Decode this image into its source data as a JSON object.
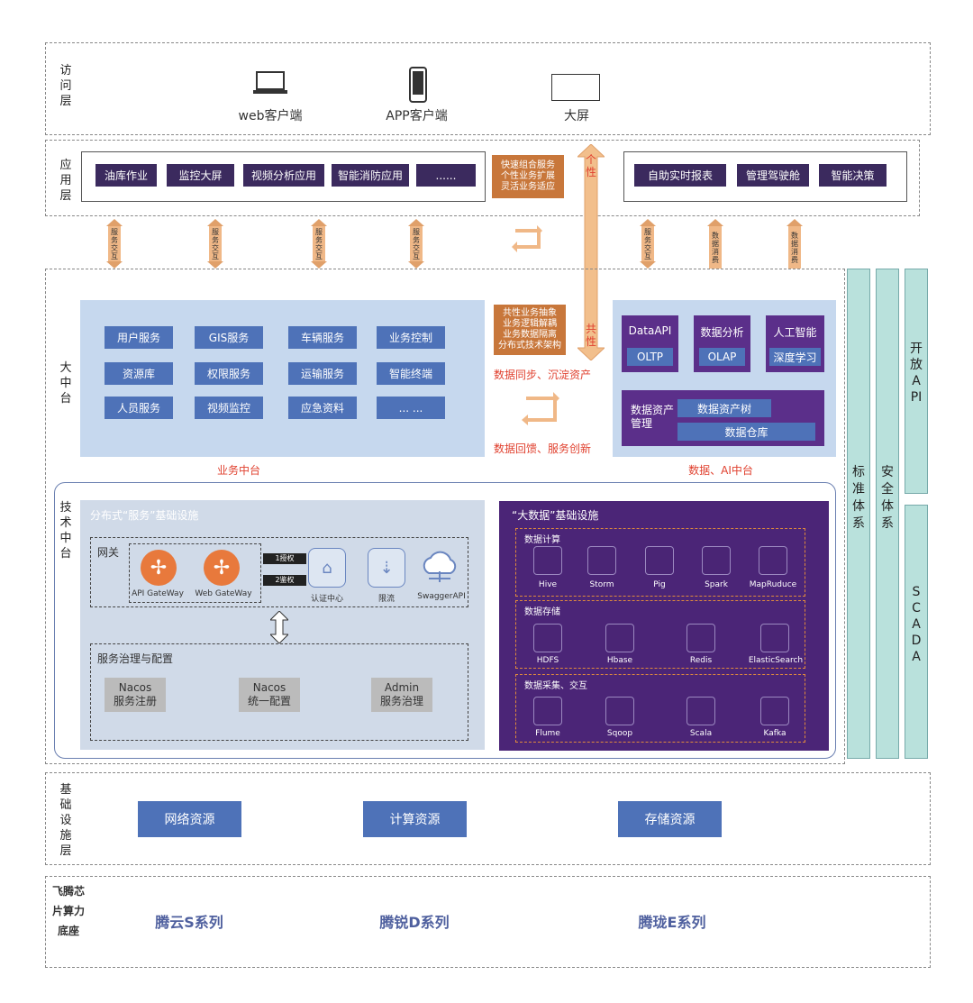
{
  "access_layer": {
    "label": "访问层",
    "clients": [
      "web客户端",
      "APP客户端",
      "大屏"
    ]
  },
  "app_layer": {
    "label": "应用层",
    "apps_left": [
      "油库作业",
      "监控大屏",
      "视频分析应用",
      "智能消防应用",
      "......"
    ],
    "combo": "快速组合服务\n个性业务扩展\n灵活业务适应",
    "apps_right": [
      "自助实时报表",
      "管理驾驶舱",
      "智能决策"
    ]
  },
  "arrow_labels": [
    "服务交互",
    "服务交互",
    "服务交互",
    "服务交互",
    "服务交互",
    "数据消费",
    "数据消费"
  ],
  "middle": {
    "label": "大中台",
    "business": {
      "title": "业务中台",
      "items": [
        "用户服务",
        "GIS服务",
        "车辆服务",
        "业务控制",
        "资源库",
        "权限服务",
        "运输服务",
        "智能终端",
        "人员服务",
        "视频监控",
        "应急资料",
        "... ..."
      ]
    },
    "shared": "共性业务抽象\n业务逻辑解耦\n业务数据隔离\n分布式技术架构",
    "sync": "数据同步、沉淀资产",
    "feedback": "数据回馈、服务创新",
    "personal": "个性",
    "common": "共性",
    "data": {
      "title": "数据、AI中台",
      "cols": [
        {
          "name": "DataAPI",
          "sub": "OLTP"
        },
        {
          "name": "数据分析",
          "sub": "OLAP"
        },
        {
          "name": "人工智能",
          "sub": "深度学习"
        }
      ],
      "asset": "数据资产管理",
      "asset_items": [
        "数据资产树",
        "数据仓库"
      ]
    }
  },
  "tech": {
    "label": "技术中台",
    "dist": {
      "title": "分布式“服务”基础设施",
      "gateway": "网关",
      "gw_items": [
        "API GateWay",
        "Web GateWay"
      ],
      "auth": [
        "1授权",
        "2鉴权"
      ],
      "services": [
        "认证中心",
        "限流",
        "SwaggerAPI"
      ],
      "gov": "服务治理与配置",
      "gov_items": [
        {
          "a": "Nacos",
          "b": "服务注册"
        },
        {
          "a": "Nacos",
          "b": "统一配置"
        },
        {
          "a": "Admin",
          "b": "服务治理"
        }
      ]
    },
    "bigdata": {
      "title": "“大数据”基础设施",
      "groups": [
        {
          "name": "数据计算",
          "items": [
            "Hive",
            "Storm",
            "Pig",
            "Spark",
            "MapRuduce"
          ]
        },
        {
          "name": "数据存储",
          "items": [
            "HDFS",
            "Hbase",
            "Redis",
            "ElasticSearch"
          ]
        },
        {
          "name": "数据采集、交互",
          "items": [
            "Flume",
            "Sqoop",
            "Scala",
            "Kafka"
          ]
        }
      ]
    }
  },
  "side": {
    "standard": "标准体系",
    "security": "安全体系",
    "api": "开放API",
    "scada": "SCADA"
  },
  "infra": {
    "label": "基础设施层",
    "items": [
      "网络资源",
      "计算资源",
      "存储资源"
    ]
  },
  "chip": {
    "label": "飞腾芯片算力底座",
    "items": [
      "腾云S系列",
      "腾锐D系列",
      "腾珑E系列"
    ]
  }
}
